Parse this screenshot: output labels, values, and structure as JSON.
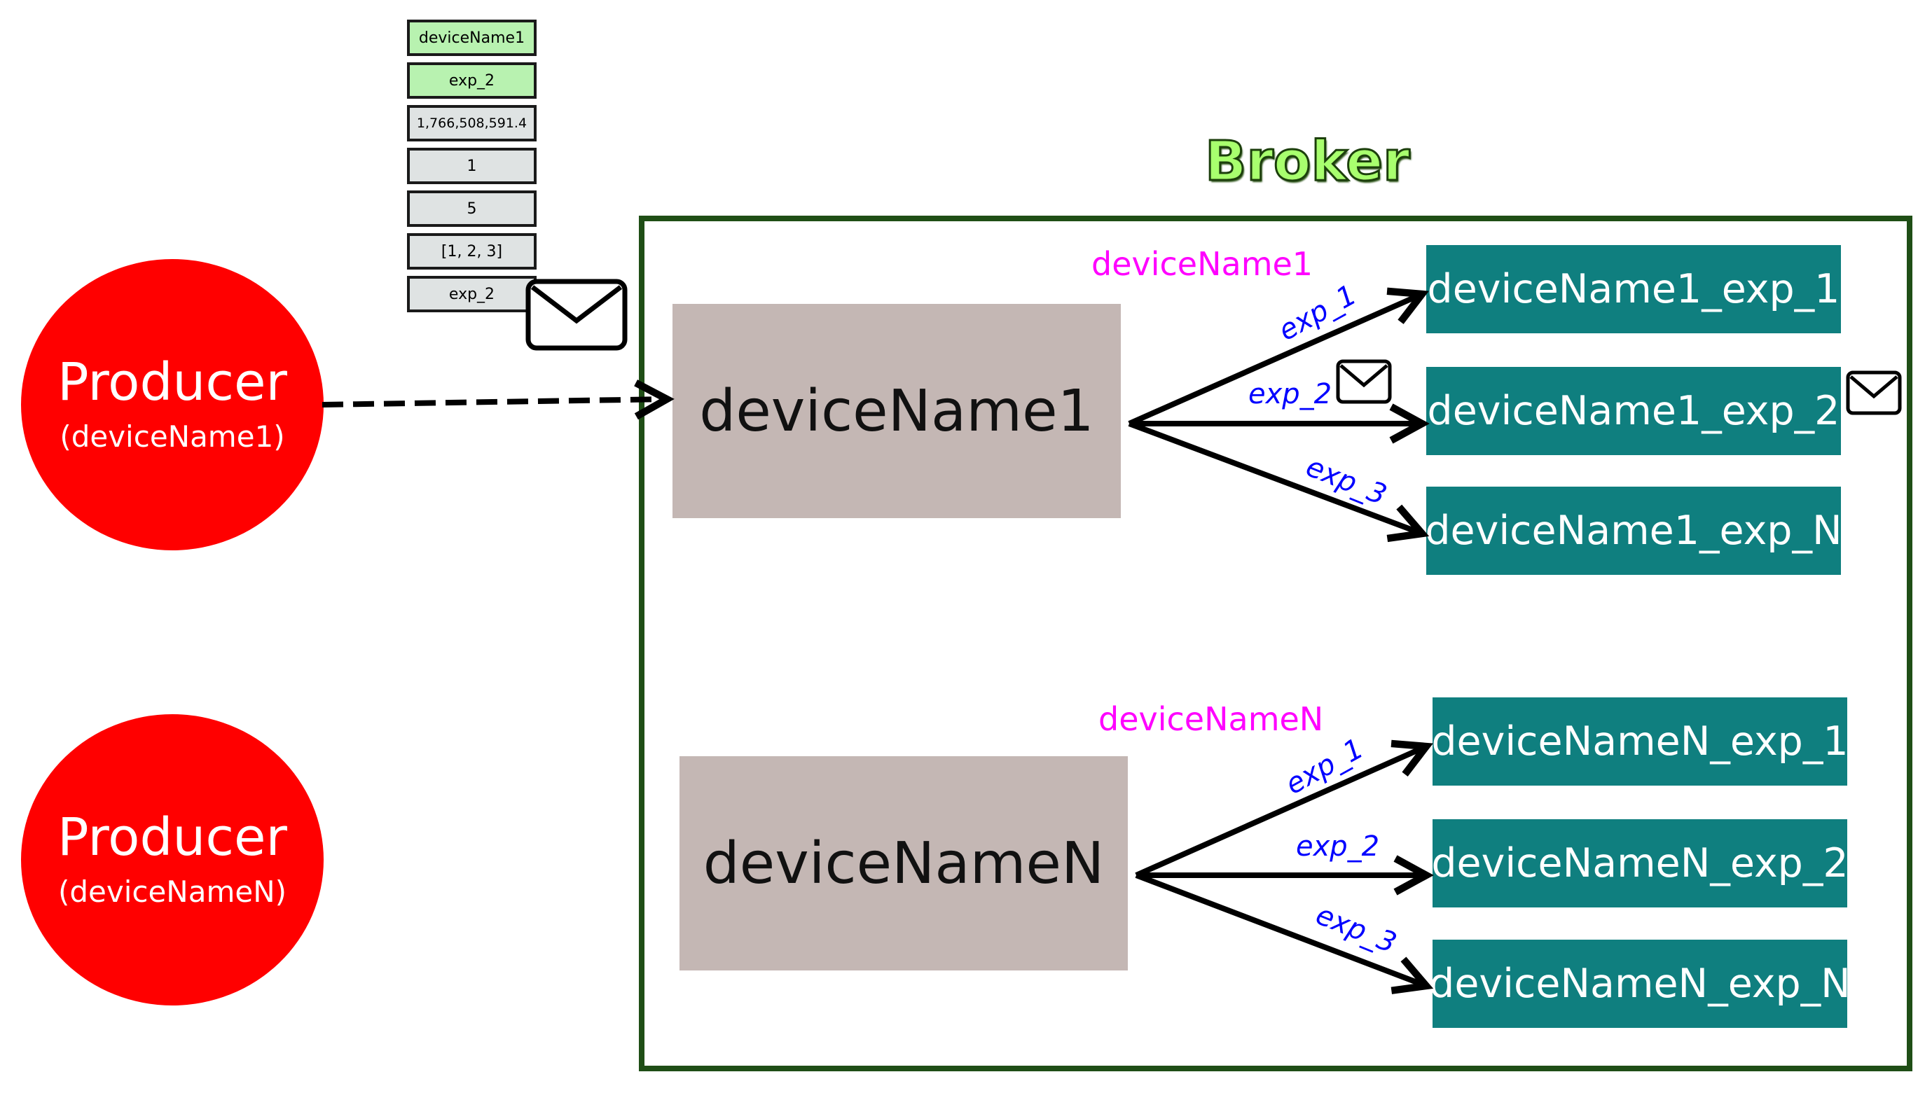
{
  "message": {
    "cells": [
      "deviceName1",
      "exp_2",
      "1,766,508,591.4",
      "1",
      "5",
      "[1, 2, 3]",
      "exp_2"
    ]
  },
  "producers": [
    {
      "title": "Producer",
      "subtitle": "(deviceName1)"
    },
    {
      "title": "Producer",
      "subtitle": "(deviceNameN)"
    }
  ],
  "broker": {
    "title": "Broker",
    "exchanges": [
      {
        "name": "deviceName1",
        "label": "deviceName1",
        "routes": [
          "exp_1",
          "exp_2",
          "exp_3"
        ],
        "queues": [
          "deviceName1_exp_1",
          "deviceName1_exp_2",
          "deviceName1_exp_N"
        ]
      },
      {
        "name": "deviceNameN",
        "label": "deviceNameN",
        "routes": [
          "exp_1",
          "exp_2",
          "exp_3"
        ],
        "queues": [
          "deviceNameN_exp_1",
          "deviceNameN_exp_2",
          "deviceNameN_exp_N"
        ]
      }
    ]
  },
  "colors": {
    "producer": "#ff0000",
    "exchange": "#c4b7b4",
    "queue": "#0f7f7f",
    "broker_border": "#1f4e16",
    "route_label": "#0000ff",
    "exchange_label": "#ff00ff"
  }
}
